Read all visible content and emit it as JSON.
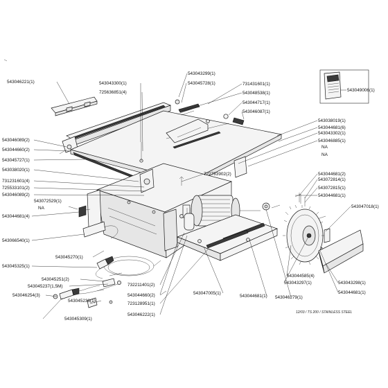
{
  "diagram": {
    "footer": "12/03 / TS 200 /  STAINLESS STEEL",
    "callouts": [
      {
        "id": "c1",
        "text": "543043299(1)"
      },
      {
        "id": "c2",
        "text": "543043300(1)"
      },
      {
        "id": "c3",
        "text": "543046221(1)"
      },
      {
        "id": "c4",
        "text": "725636851(4)"
      },
      {
        "id": "c5",
        "text": "543045728(1)"
      },
      {
        "id": "c6",
        "text": "731431601(1)"
      },
      {
        "id": "c7",
        "text": "543048538(1)"
      },
      {
        "id": "c8",
        "text": "543044717(1)"
      },
      {
        "id": "c9",
        "text": "543046087(1)"
      },
      {
        "id": "c10",
        "text": "543049006(1)"
      },
      {
        "id": "c11",
        "text": "543038019(1)"
      },
      {
        "id": "c12",
        "text": "543044681(6)"
      },
      {
        "id": "c13",
        "text": "543043302(1)"
      },
      {
        "id": "c14",
        "text": "543046885(1)"
      },
      {
        "id": "c15",
        "text": "NA"
      },
      {
        "id": "c16",
        "text": "NA"
      },
      {
        "id": "c17",
        "text": "543046089(2)"
      },
      {
        "id": "c18",
        "text": "543044660(2)"
      },
      {
        "id": "c19",
        "text": "543045727(1)"
      },
      {
        "id": "c20",
        "text": "543038020(1)"
      },
      {
        "id": "c21",
        "text": "731231601(4)"
      },
      {
        "id": "c22",
        "text": "725533101(2)"
      },
      {
        "id": "c23",
        "text": "543046089(2)"
      },
      {
        "id": "c24",
        "text": "722783902(2)"
      },
      {
        "id": "c25",
        "text": "543044681(2)"
      },
      {
        "id": "c26",
        "text": "543072814(1)"
      },
      {
        "id": "c27",
        "text": "543072815(1)"
      },
      {
        "id": "c28",
        "text": "543044681(1)"
      },
      {
        "id": "c29",
        "text": "543072529(1)"
      },
      {
        "id": "c30",
        "text": "NA"
      },
      {
        "id": "c31",
        "text": "543047018(1)"
      },
      {
        "id": "c32",
        "text": "543044681(4)"
      },
      {
        "id": "c33",
        "text": "543066540(1)"
      },
      {
        "id": "c34",
        "text": "543045270(1)"
      },
      {
        "id": "c35",
        "text": "543045325(1)"
      },
      {
        "id": "c36",
        "text": "543045251(2)"
      },
      {
        "id": "c37",
        "text": "543045237(1,5M)"
      },
      {
        "id": "c38",
        "text": "543046254(3)"
      },
      {
        "id": "c39",
        "text": "543045236(1)"
      },
      {
        "id": "c40",
        "text": "543045309(1)"
      },
      {
        "id": "c41",
        "text": "732211401(2)"
      },
      {
        "id": "c42",
        "text": "723128951(1)"
      },
      {
        "id": "c43",
        "text": "543046222(1)"
      },
      {
        "id": "c44",
        "text": "543044660(2)"
      },
      {
        "id": "c45",
        "text": "543047005(1)"
      },
      {
        "id": "c46",
        "text": "543044681(1)"
      },
      {
        "id": "c47",
        "text": "543044585(4)"
      },
      {
        "id": "c48",
        "text": "543043297(1)"
      },
      {
        "id": "c49",
        "text": "543046279(1)"
      },
      {
        "id": "c50",
        "text": "543043298(1)"
      },
      {
        "id": "c51",
        "text": "543044681(1)"
      }
    ]
  }
}
